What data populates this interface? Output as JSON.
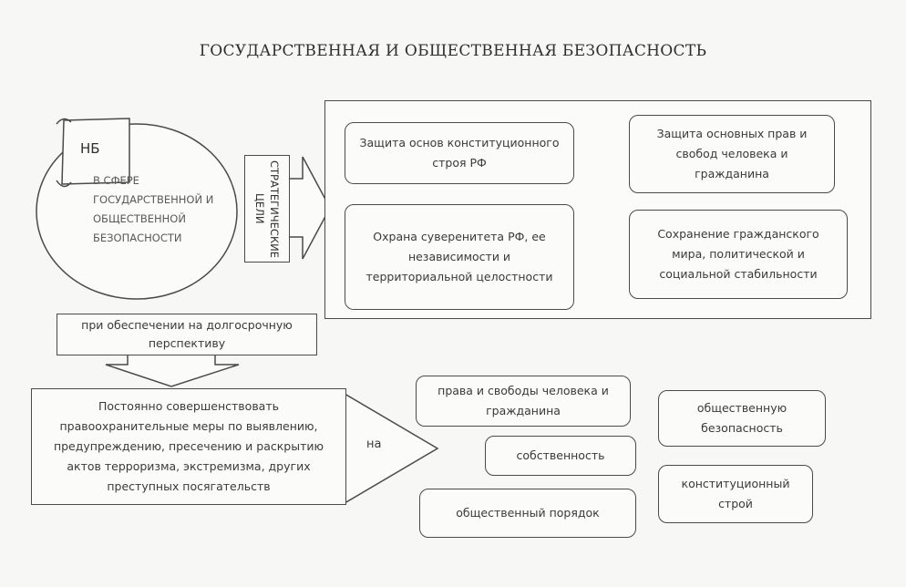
{
  "title": "ГОСУДАРСТВЕННАЯ И ОБЩЕСТВЕННАЯ БЕЗОПАСНОСТЬ",
  "ns": {
    "scroll_label": "НБ",
    "ellipse_text": "В СФЕРЕ ГОСУДАРСТВЕННОЙ И ОБЩЕСТВЕННОЙ БЕЗОПАСНОСТИ"
  },
  "strategic": {
    "label": "СТРАТЕГИЧЕСКИЕ ЦЕЛИ"
  },
  "goals": [
    "Защита основ конституционного строя РФ",
    "Защита основных прав и свобод человека и гражданина",
    "Охрана суверенитета РФ, ее независимости и территориальной целостности",
    "Сохранение гражданского мира, политической и социальной стабильности"
  ],
  "long_term": "при обеспечении на долгосрочную перспективу",
  "improve": "Постоянно совершенствовать правоохранительные меры по выявлению, предупреждению, пресечению и раскрытию актов терроризма, экстремизма, других преступных посягательств",
  "on_label": "на",
  "targets": [
    "права и свободы человека и гражданина",
    "общественную безопасность",
    "собственность",
    "конституционный строй",
    "общественный порядок"
  ]
}
